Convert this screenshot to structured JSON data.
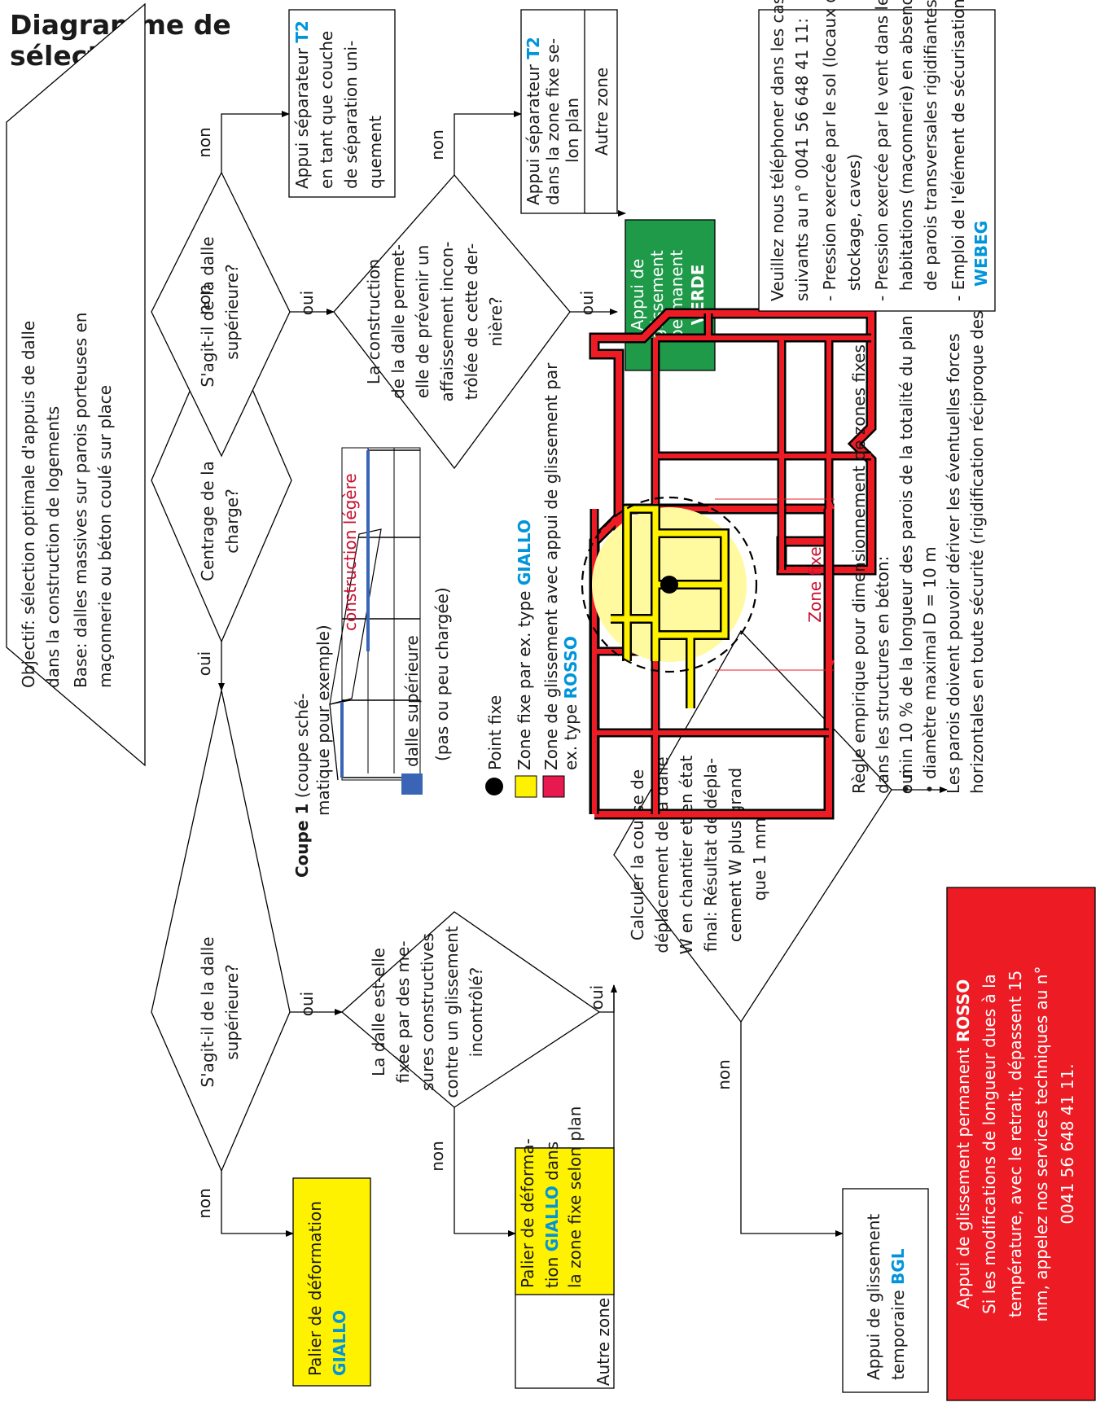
{
  "title": {
    "line1": "Diagramme de",
    "line2": "sélection"
  },
  "objective": {
    "lines": [
      "Objectif: sélection optimale d'appuis de dalle",
      "dans la construction de logements",
      "Base: dalles massives sur parois porteuses en",
      "maçonnerie ou béton coulé sur place"
    ]
  },
  "labels": {
    "oui": "oui",
    "non": "non",
    "autre_zone": "Autre zone",
    "zone_fixe": "Zone fixe"
  },
  "decisions": {
    "centrage": [
      "Centrage de la",
      "charge?"
    ],
    "dalle_sup_left": [
      "S'agit-il de la dalle",
      "supérieure?"
    ],
    "dalle_sup_right": [
      "S'agit-il de la dalle",
      "supérieure?"
    ],
    "glissement": [
      "La dalle est-elle",
      "fixée par des me-",
      "sures constructives",
      "contre un glissement",
      "incontrôlé?"
    ],
    "affaissement": [
      "La construction",
      "de la dalle permet-",
      "elle de prévenir un",
      "affaissement incon-",
      "trôlée de cette der-",
      "nière?"
    ],
    "calculer": [
      "Calculer la course de",
      "déplacement de la dalle",
      "W en chantier et en état",
      "final: Résultat de dépla-",
      "cement W plus grand",
      "que 1 mm?"
    ]
  },
  "results": {
    "giallo": {
      "line1": "Palier de déformation",
      "product": "GIALLO"
    },
    "giallo_zone": {
      "line1": "Palier de déforma-",
      "line2_pre": "tion ",
      "product": "GIALLO",
      "line2_post": " dans",
      "line3": "la zone fixe selon plan"
    },
    "bgl": {
      "line1": "Appui de glissement",
      "line2_pre": "temporaire ",
      "product": "BGL"
    },
    "rosso": {
      "line1_pre": "Appui de glissement permanent ",
      "product": "ROSSO",
      "lines": [
        "Si les modifications de longueur dues à la",
        "température, avec le retrait, dépassent 15",
        "mm, appelez nos services techniques au n°",
        "0041 56 648 41 11."
      ]
    },
    "t2_top": {
      "line1_pre": "Appui séparateur ",
      "product": "T2",
      "lines": [
        "en tant que couche",
        "de séparation uni-",
        "quement"
      ]
    },
    "t2_zone": {
      "line1_pre": "Appui séparateur ",
      "product": "T2",
      "lines": [
        "dans la zone fixe se-",
        "lon plan"
      ]
    },
    "verde": {
      "lines": [
        "Appui de",
        "glissement",
        "permanent"
      ],
      "product": "VERDE"
    }
  },
  "coupe": {
    "bold": "Coupe 1",
    "rest": " (coupe sché-",
    "line2": "matique pour exemple)",
    "construction_legere": "construction légère",
    "legend_label": "dalle supérieure",
    "legend_sub": "(pas ou peu chargée)"
  },
  "plan_legend": {
    "point_fixe": "Point fixe",
    "zone_fixe_pre": "Zone fixe par ex. type ",
    "zone_fixe_product": "GIALLO",
    "zone_glissement_line1": "Zone de glissement avec appui de glissement par",
    "zone_glissement_pre": "ex. type ",
    "zone_glissement_product": "ROSSO"
  },
  "rules": {
    "lines": [
      "Règle empirique pour dimensionnement de zones fixes",
      "dans les structures en béton:",
      "• min 10 % de la longueur des parois de la totalité du plan",
      "• diamètre maximal D = 10 m",
      "Les parois doivent pouvoir dériver les éventuelles forces",
      "horizontales en toute sécurité (rigidification réciproque des"
    ]
  },
  "contact": {
    "lines": [
      "Veuillez nous téléphoner dans les cas",
      "suivants au n° 0041 56 648 41 11:",
      "- Pression exercée par le sol (locaux de",
      "  stockage, caves)",
      "- Pression exercée par le vent dans les",
      "  habitations (maçonnerie) en absence",
      "  de parois transversales rigidifiantes",
      "- Emploi de l'élément de sécurisation"
    ],
    "product": "WEBEG"
  },
  "colors": {
    "yellow": "#fff200",
    "red": "#ed1c24",
    "green": "#1e9a49",
    "blue": "#0095da",
    "navy": "#3a64b5",
    "crimson": "#c8102e"
  }
}
